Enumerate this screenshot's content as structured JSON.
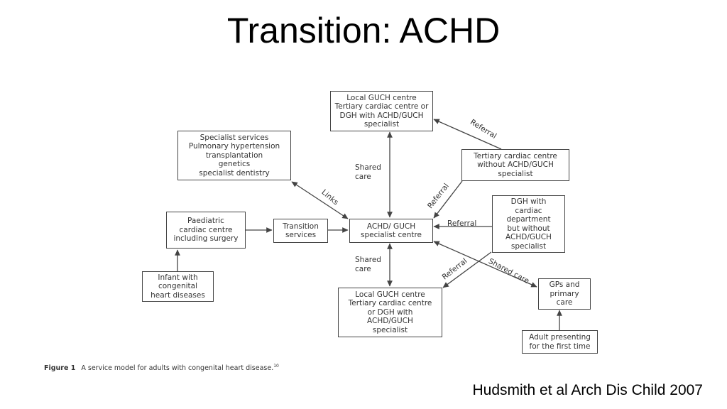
{
  "title": "Transition: ACHD",
  "diagram": {
    "boxes": {
      "local_guch_top": [
        "Local GUCH centre",
        "Tertiary cardiac centre or",
        "DGH with ACHD/GUCH",
        "specialist"
      ],
      "specialist_services": [
        "Specialist services",
        "Pulmonary hypertension",
        "transplantation",
        "genetics",
        "specialist dentistry"
      ],
      "tertiary_without": [
        "Tertiary cardiac centre",
        "without ACHD/GUCH",
        "specialist"
      ],
      "paediatric": [
        "Paediatric",
        "cardiac centre",
        "including surgery"
      ],
      "transition": [
        "Transition",
        "services"
      ],
      "achd_centre": [
        "ACHD/ GUCH",
        "specialist centre"
      ],
      "dgh": [
        "DGH with",
        "cardiac",
        "department",
        "but without",
        "ACHD/GUCH",
        "specialist"
      ],
      "infant": [
        "Infant with",
        "congenital",
        "heart diseases"
      ],
      "local_guch_bottom": [
        "Local GUCH centre",
        "Tertiary cardiac centre",
        "or DGH with",
        "ACHD/GUCH",
        "specialist"
      ],
      "gps": [
        "GPs and",
        "primary",
        "care"
      ],
      "adult": [
        "Adult presenting",
        "for the first time"
      ]
    },
    "edge_labels": {
      "shared_care_top": [
        "Shared",
        "care"
      ],
      "shared_care_bottom": [
        "Shared",
        "care"
      ],
      "links": "Links",
      "referral_top": "Referral",
      "referral_tertiary": "Referral",
      "referral_dgh": "Referral",
      "referral_bottom": "Referral",
      "shared_care_gp": "Shared care"
    }
  },
  "caption": {
    "label": "Figure 1",
    "text": "A service model for adults with congenital heart disease.",
    "ref": "10"
  },
  "citation": "Hudsmith et al Arch Dis Child 2007"
}
